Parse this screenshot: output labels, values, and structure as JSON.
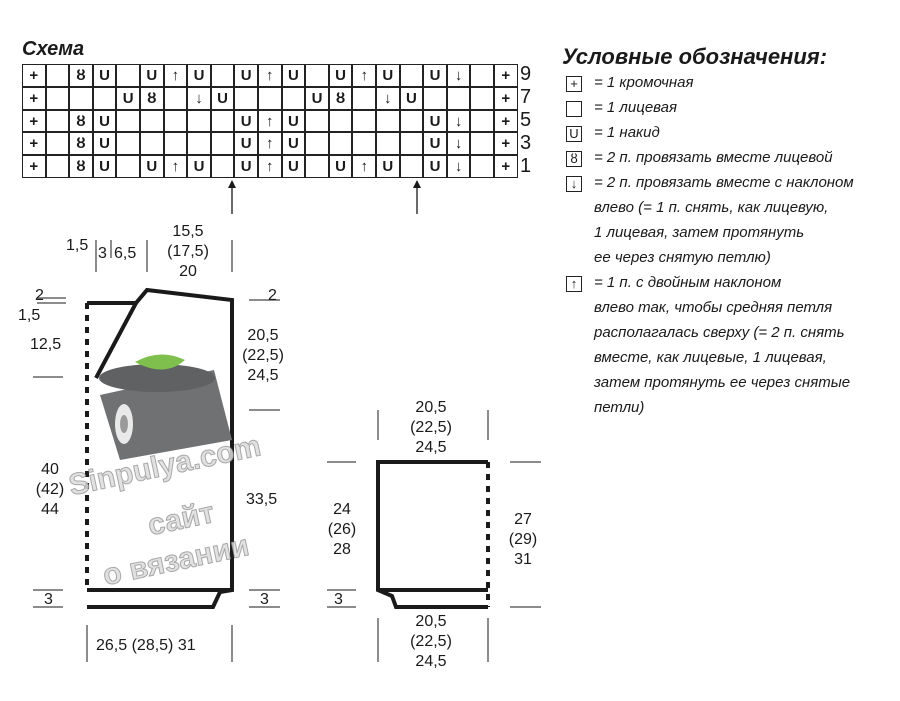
{
  "scheme_title": "Схема",
  "row_numbers": [
    "9",
    "7",
    "5",
    "3",
    "1"
  ],
  "chart_rows": [
    [
      "+",
      "",
      "2L",
      "U",
      "",
      "U",
      "UP",
      "U",
      "",
      "U",
      "UP",
      "U",
      "",
      "U",
      "UP",
      "U",
      "",
      "U",
      "DN",
      "",
      "+"
    ],
    [
      "+",
      "",
      "",
      "",
      "U",
      "2L",
      "",
      "DN",
      "U",
      "",
      "",
      "",
      "U",
      "2L",
      "",
      "DN",
      "U",
      "",
      "",
      "",
      "+"
    ],
    [
      "+",
      "",
      "2L",
      "U",
      "",
      "",
      "",
      "",
      "",
      "U",
      "UP",
      "U",
      "",
      "",
      "",
      "",
      "",
      "U",
      "DN",
      "",
      "+"
    ],
    [
      "+",
      "",
      "2L",
      "U",
      "",
      "",
      "",
      "",
      "",
      "U",
      "UP",
      "U",
      "",
      "",
      "",
      "",
      "",
      "U",
      "DN",
      "",
      "+"
    ],
    [
      "+",
      "",
      "2L",
      "U",
      "",
      "U",
      "UP",
      "U",
      "",
      "U",
      "UP",
      "U",
      "",
      "U",
      "UP",
      "U",
      "",
      "U",
      "DN",
      "",
      "+"
    ]
  ],
  "legend": {
    "title": "Условные обозначения:",
    "items": [
      {
        "icon": "plus-icon",
        "symbol": "+",
        "text": [
          "= 1 кромочная"
        ]
      },
      {
        "icon": "empty-box-icon",
        "symbol": "",
        "text": [
          "= 1 лицевая"
        ]
      },
      {
        "icon": "yarn-over-icon",
        "symbol": "U",
        "text": [
          "= 1 накид"
        ]
      },
      {
        "icon": "knit-two-together-icon",
        "symbol": "ȣ",
        "text": [
          "= 2 п. провязать вместе лицевой"
        ]
      },
      {
        "icon": "arrow-down-icon",
        "symbol": "↓",
        "text": [
          "= 2 п. провязать вместе с наклоном",
          "влево (= 1 п. снять, как лицевую,",
          "1 лицевая, затем протянуть",
          "ее через снятую петлю)"
        ]
      },
      {
        "icon": "arrow-up-icon",
        "symbol": "↑",
        "text": [
          "= 1 п. с двойным наклоном",
          "влево так, чтобы средняя петля",
          "располагалась сверху (= 2 п. снять",
          "вместе, как лицевые, 1 лицевая,",
          "затем протянуть ее через снятые",
          "петли)"
        ]
      }
    ]
  },
  "back_dims": {
    "top_small": "1,5",
    "top_3": "3",
    "top_65": "6,5",
    "top_width": [
      "15,5",
      "(17,5)",
      "20"
    ],
    "left_2": "2",
    "left_15": "1,5",
    "left_125": "12,5",
    "right_2": "2",
    "armhole": [
      "20,5",
      "(22,5)",
      "24,5"
    ],
    "left_length": [
      "40",
      "(42)",
      "44"
    ],
    "right_length": "33,5",
    "ribbing_left": "3",
    "ribbing_right": "3",
    "bottom_width": "26,5 (28,5) 31"
  },
  "sleeve_dims": {
    "top_width": [
      "20,5",
      "(22,5)",
      "24,5"
    ],
    "left_length": [
      "24",
      "(26)",
      "28"
    ],
    "right_length": [
      "27",
      "(29)",
      "31"
    ],
    "ribbing": "3",
    "bottom_width": [
      "20,5",
      "(22,5)",
      "24,5"
    ]
  },
  "watermark": {
    "line1": "Sinpulya.com",
    "line2": "сайт",
    "line3": "о вязании"
  },
  "colors": {
    "ink": "#1a1a1a",
    "cone": "#6f7173",
    "leaf": "#7fbf4d"
  }
}
